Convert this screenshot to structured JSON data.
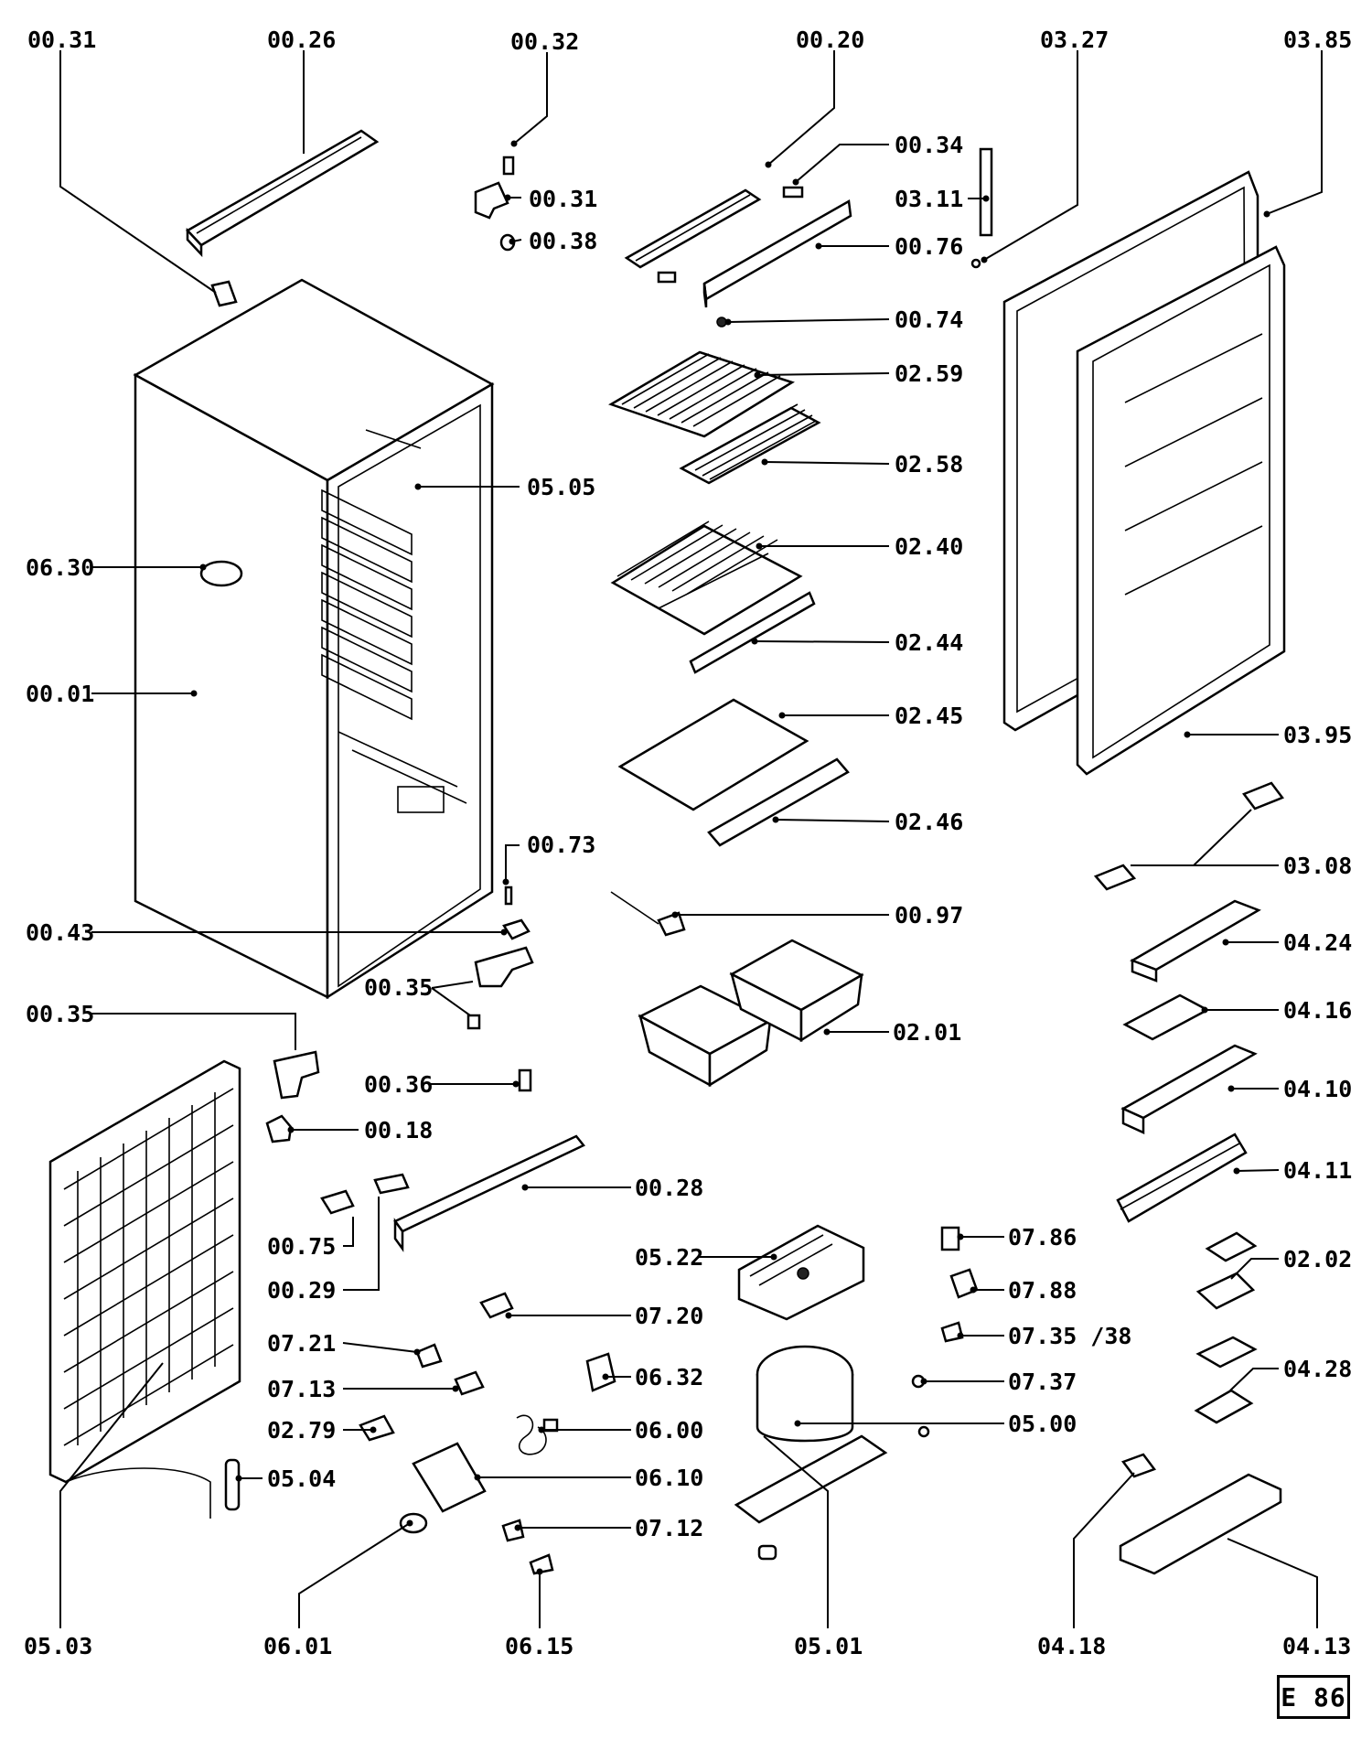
{
  "diagram_code": "E 86",
  "parts": [
    {
      "label": "00.31"
    },
    {
      "label": "00.26"
    },
    {
      "label": "00.32"
    },
    {
      "label": "00.20"
    },
    {
      "label": "03.27"
    },
    {
      "label": "03.85"
    },
    {
      "label": "00.34"
    },
    {
      "label": "00.31"
    },
    {
      "label": "03.11"
    },
    {
      "label": "00.38"
    },
    {
      "label": "00.76"
    },
    {
      "label": "00.74"
    },
    {
      "label": "02.59"
    },
    {
      "label": "02.58"
    },
    {
      "label": "05.05"
    },
    {
      "label": "06.30"
    },
    {
      "label": "02.40"
    },
    {
      "label": "02.44"
    },
    {
      "label": "00.01"
    },
    {
      "label": "02.45"
    },
    {
      "label": "03.95"
    },
    {
      "label": "02.46"
    },
    {
      "label": "00.73"
    },
    {
      "label": "03.08"
    },
    {
      "label": "00.97"
    },
    {
      "label": "00.43"
    },
    {
      "label": "04.24"
    },
    {
      "label": "00.35"
    },
    {
      "label": "00.35"
    },
    {
      "label": "04.16"
    },
    {
      "label": "02.01"
    },
    {
      "label": "00.36"
    },
    {
      "label": "04.10"
    },
    {
      "label": "00.18"
    },
    {
      "label": "04.11"
    },
    {
      "label": "00.28"
    },
    {
      "label": "00.75"
    },
    {
      "label": "07.86"
    },
    {
      "label": "05.22"
    },
    {
      "label": "02.02"
    },
    {
      "label": "00.29"
    },
    {
      "label": "07.88"
    },
    {
      "label": "07.20"
    },
    {
      "label": "07.35 /38"
    },
    {
      "label": "07.21"
    },
    {
      "label": "04.28"
    },
    {
      "label": "06.32"
    },
    {
      "label": "07.13"
    },
    {
      "label": "07.37"
    },
    {
      "label": "06.00"
    },
    {
      "label": "02.79"
    },
    {
      "label": "05.00"
    },
    {
      "label": "05.04"
    },
    {
      "label": "06.10"
    },
    {
      "label": "07.12"
    },
    {
      "label": "05.03"
    },
    {
      "label": "06.01"
    },
    {
      "label": "06.15"
    },
    {
      "label": "05.01"
    },
    {
      "label": "04.18"
    },
    {
      "label": "04.13"
    }
  ]
}
